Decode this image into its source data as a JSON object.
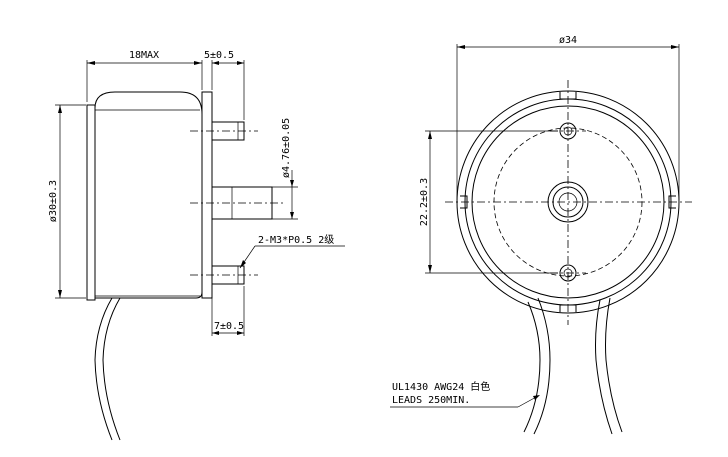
{
  "side_view": {
    "length_label": "18MAX",
    "shaft_length_label": "5±0.5",
    "shaft_diameter_label": "ø4.76±0.05",
    "body_diameter_label": "ø30±0.3",
    "screw_label": "2-M3*P0.5 2级",
    "boss_length_label": "7±0.5"
  },
  "front_view": {
    "outer_diameter_label": "ø34",
    "hole_spacing_label": "22.2±0.3",
    "lead_note_line1": "UL1430 AWG24 白色",
    "lead_note_line2": "LEADS 250MIN."
  }
}
